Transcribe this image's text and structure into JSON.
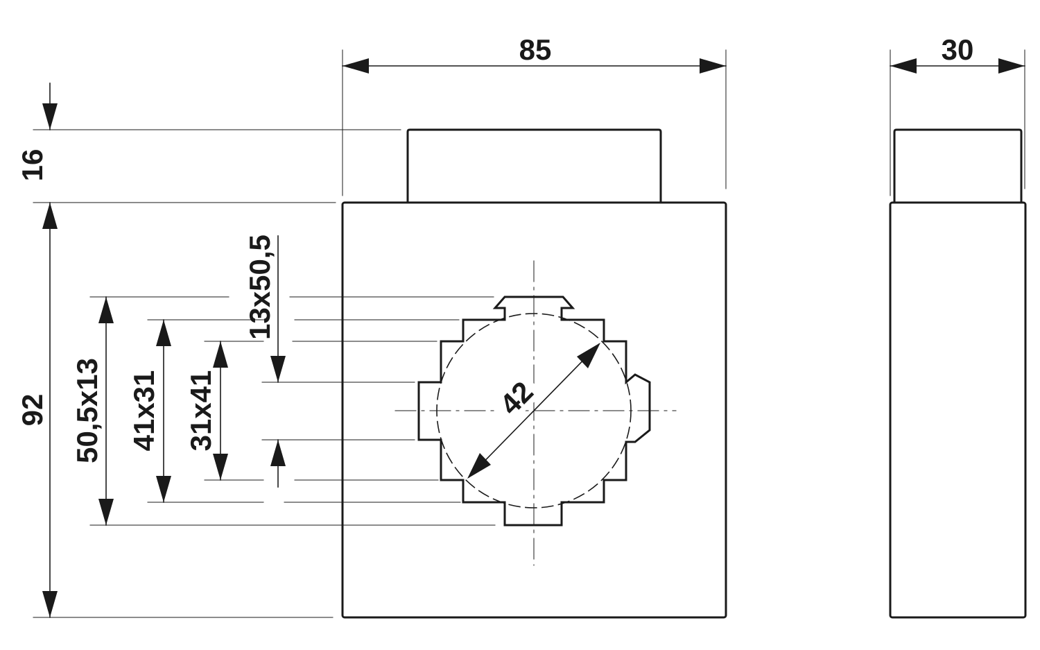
{
  "dimensions": {
    "width_front": "85",
    "depth_side": "30",
    "top_cap_height": "16",
    "body_height": "92",
    "opening_a": "50,5x13",
    "opening_b": "41x31",
    "opening_c": "31x41",
    "opening_d": "13x50,5",
    "round_diameter": "42"
  }
}
